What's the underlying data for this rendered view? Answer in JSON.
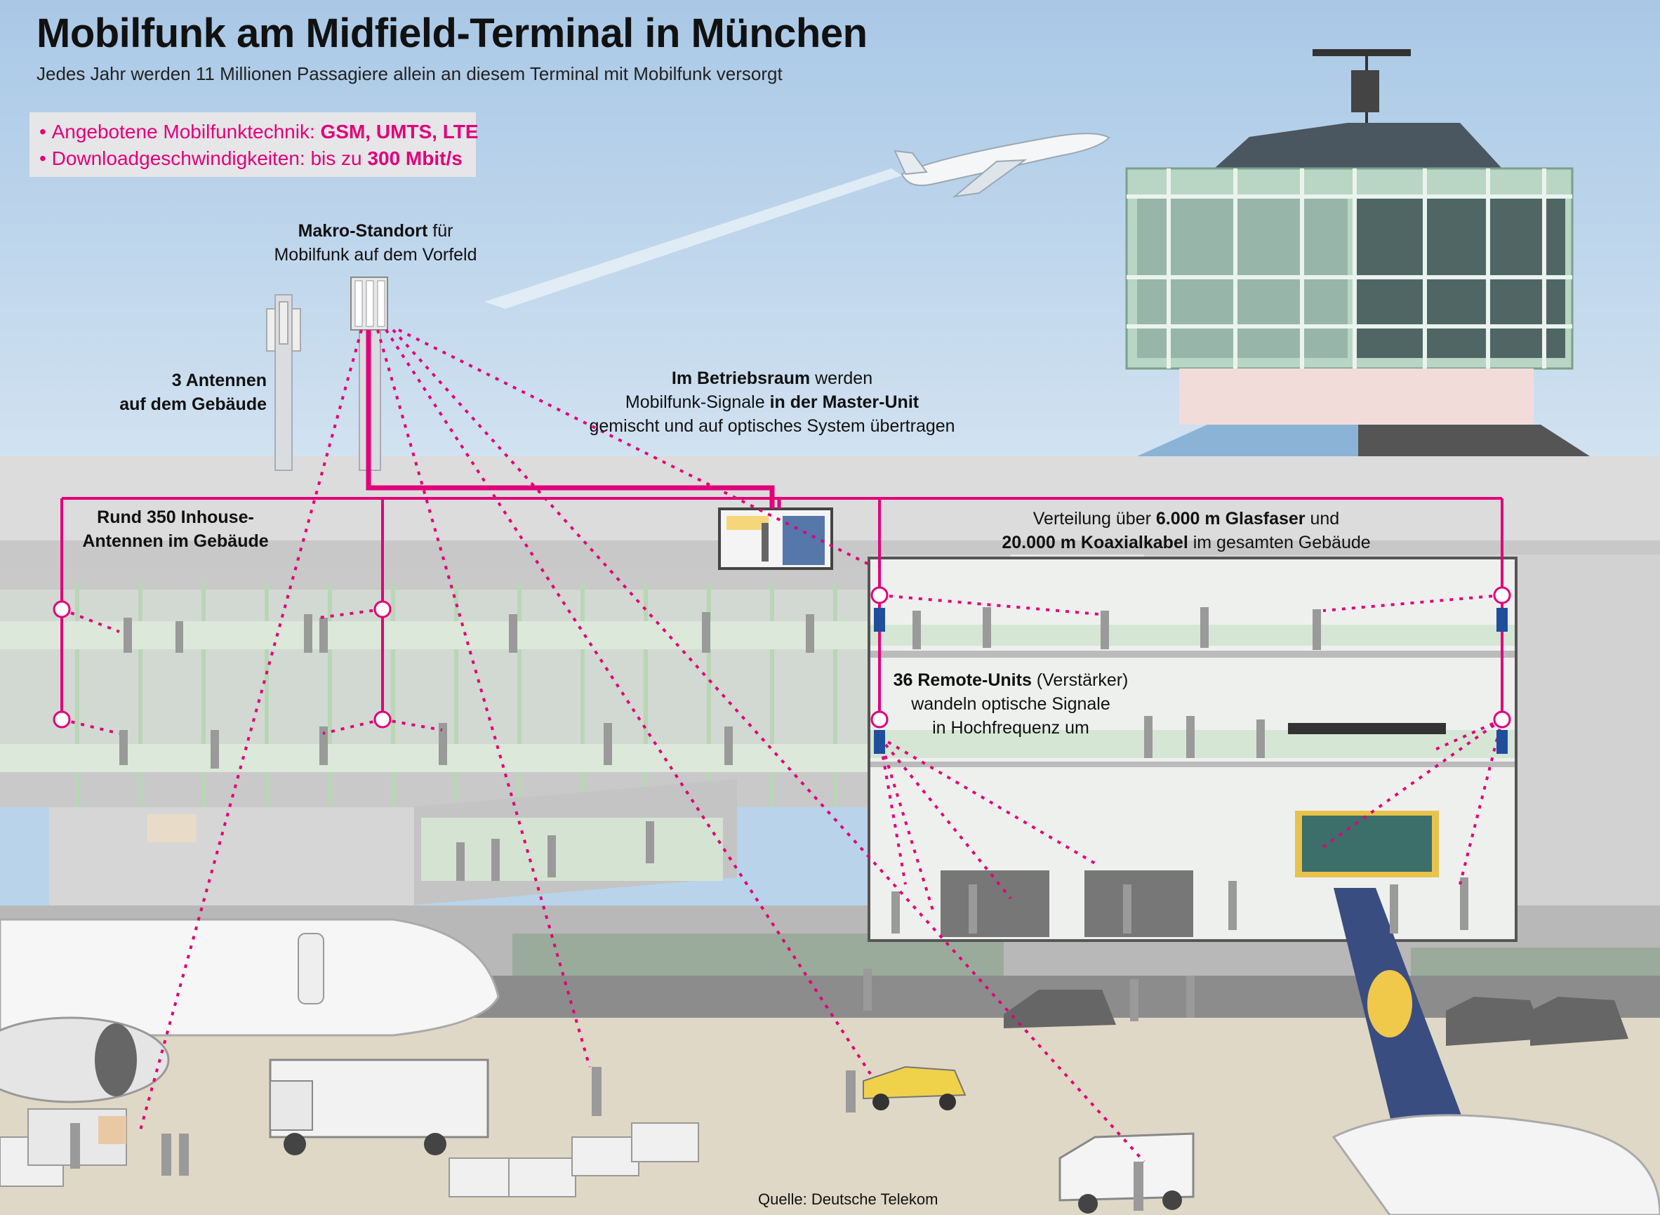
{
  "header": {
    "title": "Mobilfunk am Midfield-Terminal in München",
    "subtitle": "Jedes Jahr werden 11 Millionen Passagiere allein an diesem Terminal mit Mobilfunk versorgt"
  },
  "facts": [
    {
      "bullet": "•",
      "text": "Angebotene Mobilfunktechnik: ",
      "bold": "GSM, UMTS, LTE"
    },
    {
      "bullet": "•",
      "text": "Downloadgeschwindigkeiten: bis zu ",
      "bold": "300 Mbit/s"
    }
  ],
  "labels": {
    "makro": {
      "bold": "Makro-Standort",
      "rest": " für",
      "line2": "Mobilfunk auf dem Vorfeld"
    },
    "antennen": {
      "line1": "3 Antennen",
      "line2": "auf dem Gebäude"
    },
    "betriebsraum": {
      "bold1": "Im Betriebsraum",
      "rest1": " werden",
      "line2a": "Mobilfunk-Signale ",
      "bold2": "in der Master-Unit",
      "line3": "gemischt und auf optisches System übertragen"
    },
    "inhouse": {
      "line1": "Rund 350 Inhouse-",
      "line2": "Antennen im Gebäude"
    },
    "verteilung": {
      "pre1": "Verteilung über ",
      "bold1": "6.000 m Glasfaser",
      "post1": " und",
      "bold2": "20.000 m Koaxialkabel",
      "post2": " im gesamten Gebäude"
    },
    "remote": {
      "bold": "36 Remote-Units",
      "rest": " (Verstärker)",
      "line2": "wandeln optische Signale",
      "line3": "in Hochfrequenz um"
    }
  },
  "source": "Quelle: Deutsche Telekom",
  "colors": {
    "accent": "#e2007a",
    "sky": "#b9d3ea",
    "building": "#cfcfcf",
    "glass": "#d6e6d6"
  }
}
